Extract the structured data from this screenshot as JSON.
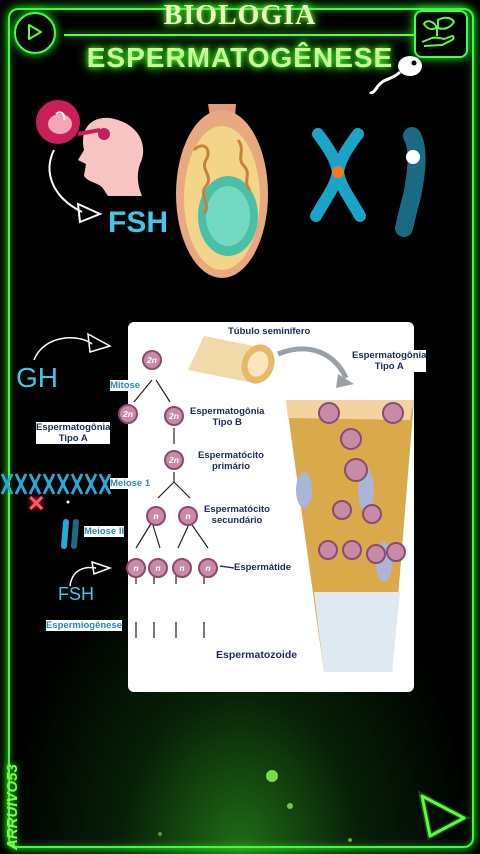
{
  "header": {
    "title": "BIOLOGIA",
    "subtitle": "ESPERMATOGÊNESE"
  },
  "labels": {
    "fsh_top": "FSH",
    "gh": "GH",
    "fsh_side": "FSH",
    "x_mark": "✕",
    "watermark": "ARRUIVO53"
  },
  "diagram": {
    "tubulo": "Túbulo seminífero",
    "esp_a_right": "Espermatogônia\nTipo A",
    "esp_a_left": "Espermatogônia\nTipo A",
    "esp_b": "Espermatogônia\nTipo B",
    "esp_primario": "Espermatócito\nprimário",
    "esp_secundario": "Espermatócito\nsecundário",
    "espermatide": "Espermátide",
    "espermatozoide": "Espermatozoide",
    "mitose": "Mitose",
    "meiose1": "Meiose 1",
    "meiose2": "Meiose II",
    "espermiogenese": "Espermiogênese",
    "ploidy_2n": "2n",
    "ploidy_n": "n"
  },
  "colors": {
    "neon_green": "#3cff3c",
    "cyan": "#43c6e8",
    "tubule_tan": "#d9a94a",
    "cell_pink": "#c98aa8"
  },
  "icons": [
    "play-icon",
    "leaf-hand-icon",
    "sperm-icon",
    "next-arrow-icon"
  ]
}
